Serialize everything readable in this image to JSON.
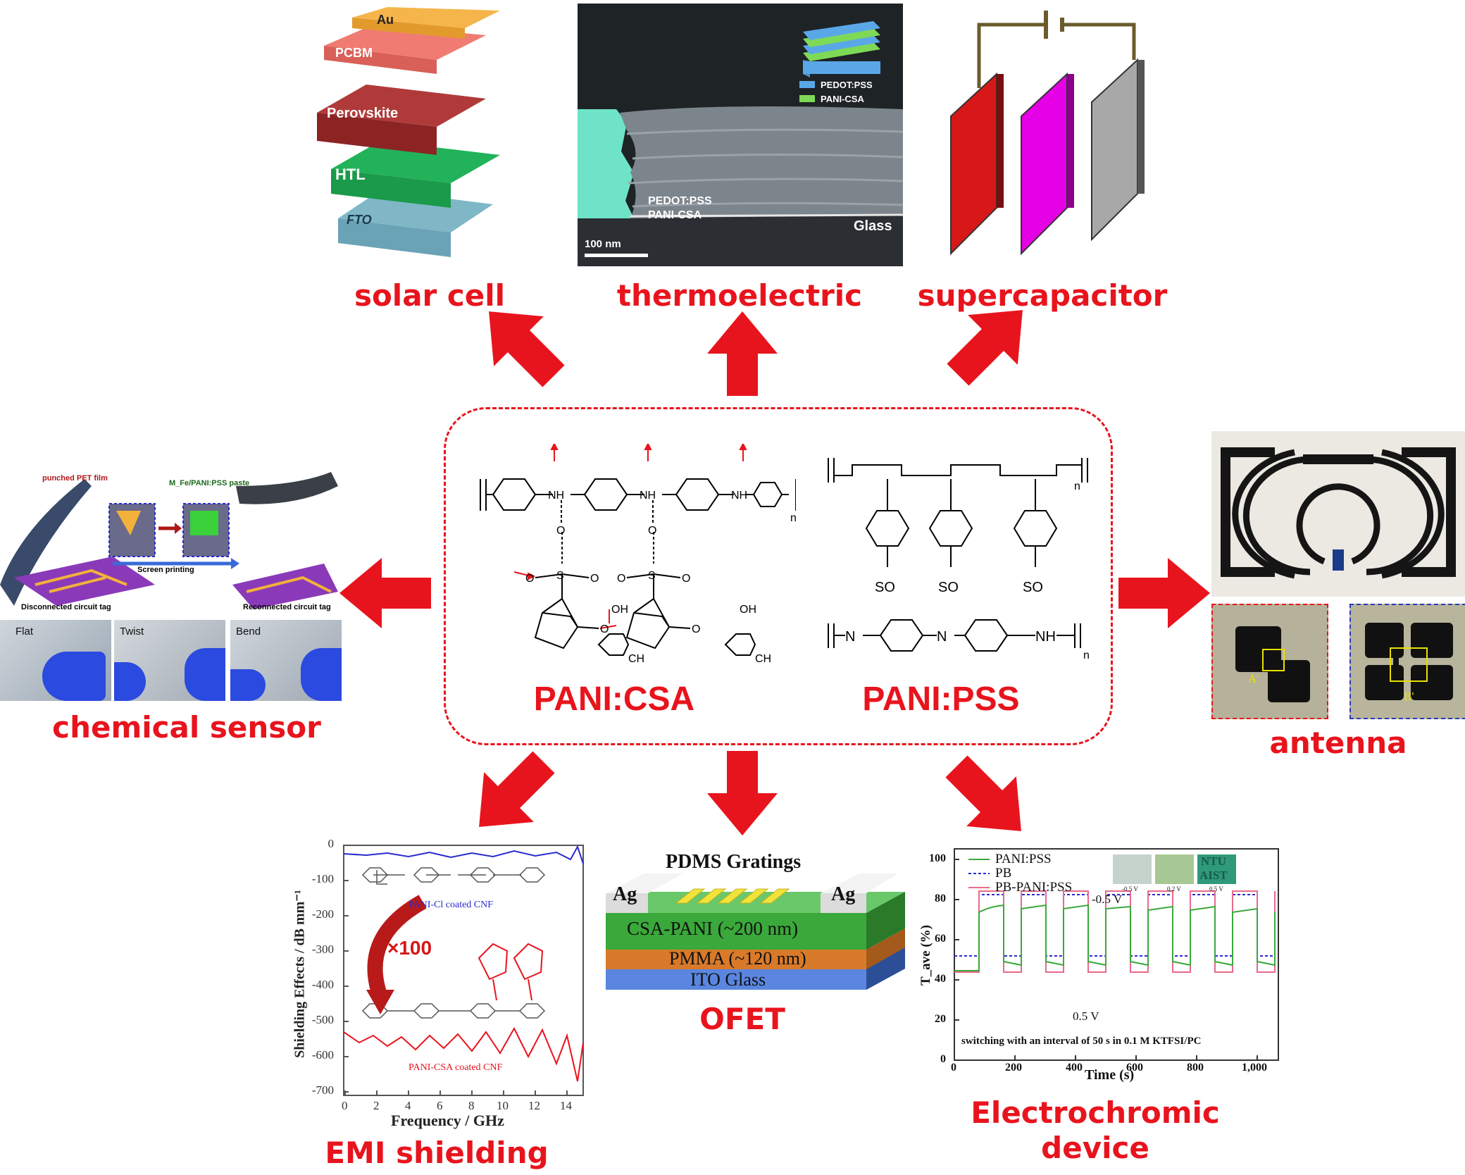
{
  "center": {
    "left_title": "PANI:CSA",
    "right_title": "PANI:PSS"
  },
  "labels": {
    "solar_cell": "solar cell",
    "thermoelectric": "thermoelectric",
    "supercapacitor": "supercapacitor",
    "chemical_sensor": "chemical sensor",
    "antenna": "antenna",
    "emi_shielding": "EMI shielding",
    "ofet": "OFET",
    "electrochromic_line1": "Electrochromic",
    "electrochromic_line2": "device"
  },
  "solar": {
    "layers": [
      "Au",
      "PCBM",
      "Perovskite",
      "HTL",
      "FTO"
    ]
  },
  "thermo": {
    "legend": [
      "PEDOT:PSS",
      "PANI-CSA"
    ],
    "annot": [
      "PEDOT:PSS",
      "PANI-CSA"
    ],
    "glass": "Glass",
    "scale": "100 nm"
  },
  "sensor": {
    "pet": "punched PET film",
    "paste": "M_Fe/PANI:PSS paste",
    "screen": "Screen printing",
    "disconnected": "Disconnected circuit tag",
    "reconnected": "Reconnected circuit tag",
    "modes": [
      "Flat",
      "Twist",
      "Bend"
    ]
  },
  "antenna": {
    "a": "A'",
    "b": "B'"
  },
  "emi": {
    "yticks": [
      "0",
      "-100",
      "-200",
      "-300",
      "-400",
      "-500",
      "-600",
      "-700"
    ],
    "xticks": [
      "0",
      "2",
      "4",
      "6",
      "8",
      "10",
      "12",
      "14"
    ],
    "ylabel": "Shielding Effects / dB mm⁻¹",
    "xlabel": "Frequency / GHz",
    "factor": "×100",
    "cl_label": "PANI-Cl coated CNF",
    "csa_label": "PANI-CSA coated CNF"
  },
  "ofet": {
    "gratings": "PDMS Gratings",
    "ag_left": "Ag",
    "ag_right": "Ag",
    "layers": [
      "CSA-PANI (~200 nm)",
      "PMMA (~120 nm)",
      "ITO Glass"
    ]
  },
  "electro": {
    "legend": [
      "PANI:PSS",
      "PB",
      "PB-PANI:PSS"
    ],
    "yticks": [
      "0",
      "20",
      "40",
      "60",
      "80",
      "100"
    ],
    "xticks": [
      "0",
      "200",
      "400",
      "600",
      "800",
      "1,000"
    ],
    "ylabel": "T_ave (%)",
    "xlabel": "Time (s)",
    "annot_neg": "-0.5 V",
    "annot_pos": "0.5 V",
    "note": "switching with an interval of 50 s in 0.1 M KTFSI/PC",
    "inset_labels": [
      "-0.5 V",
      "0.2 V",
      "0.5 V"
    ],
    "inset_text": [
      "NTU",
      "AIST"
    ]
  },
  "colors": {
    "accent": "#e8141d",
    "ofet_green": "#3aa83a",
    "ofet_orange": "#e07b2a",
    "ofet_blue": "#4a7fd0"
  }
}
